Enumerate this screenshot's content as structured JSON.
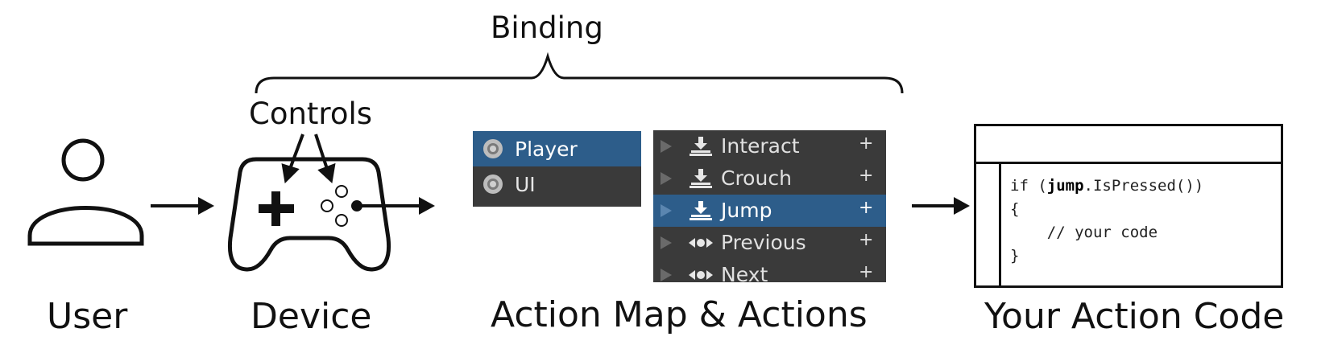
{
  "labels": {
    "binding": "Binding",
    "controls": "Controls",
    "user": "User",
    "device": "Device",
    "action_map_actions": "Action Map & Actions",
    "your_action_code": "Your Action Code"
  },
  "action_maps": [
    {
      "name": "Player",
      "selected": true
    },
    {
      "name": "UI",
      "selected": false
    }
  ],
  "actions": [
    {
      "name": "Interact",
      "icon": "button-icon",
      "add": "+",
      "selected": false
    },
    {
      "name": "Crouch",
      "icon": "button-icon",
      "add": "+",
      "selected": false
    },
    {
      "name": "Jump",
      "icon": "button-icon",
      "add": "+",
      "selected": true
    },
    {
      "name": "Previous",
      "icon": "axis-icon",
      "add": "+",
      "selected": false
    },
    {
      "name": "Next",
      "icon": "axis-icon",
      "add": "+",
      "selected": false
    }
  ],
  "code": {
    "line1_pre": "if (",
    "line1_bold": "jump",
    "line1_post": ".IsPressed())",
    "line2": "{",
    "line3": "    // your code",
    "line4": "}"
  },
  "colors": {
    "panel_bg": "#3a3a3a",
    "selected_bg": "#2d5d8a",
    "stroke": "#111111"
  }
}
